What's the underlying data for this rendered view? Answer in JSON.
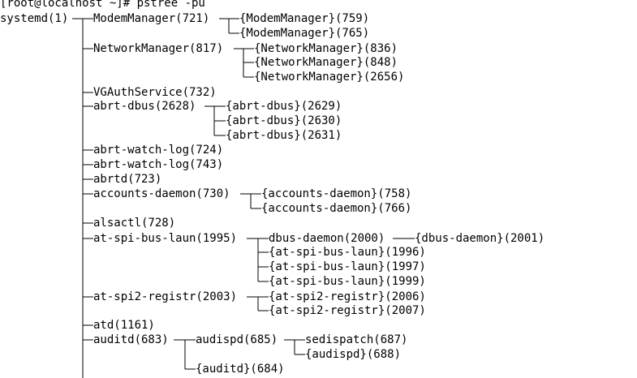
{
  "terminal": {
    "prompt": "[root@localhost ~]# pstree -pu",
    "colors": {
      "background": "#ffffff",
      "foreground": "#000000"
    },
    "tree": [
      "systemd(1)",
      "ModemManager(721)",
      "{ModemManager}(759)",
      "{ModemManager}(765)",
      "NetworkManager(817)",
      "{NetworkManager}(836)",
      "{NetworkManager}(848)",
      "{NetworkManager}(2656)",
      "VGAuthService(732)",
      "abrt-dbus(2628)",
      "{abrt-dbus}(2629)",
      "{abrt-dbus}(2630)",
      "{abrt-dbus}(2631)",
      "abrt-watch-log(724)",
      "abrt-watch-log(743)",
      "abrtd(723)",
      "accounts-daemon(730)",
      "{accounts-daemon}(758)",
      "{accounts-daemon}(766)",
      "alsactl(728)",
      "at-spi-bus-laun(1995)",
      "dbus-daemon(2000)",
      "{dbus-daemon}(2001)",
      "{at-spi-bus-laun}(1996)",
      "{at-spi-bus-laun}(1997)",
      "{at-spi-bus-laun}(1999)",
      "at-spi2-registr(2003)",
      "{at-spi2-registr}(2006)",
      "{at-spi2-registr}(2007)",
      "atd(1161)",
      "auditd(683)",
      "audispd(685)",
      "sedispatch(687)",
      "{audispd}(688)",
      "{auditd}(684)"
    ]
  }
}
